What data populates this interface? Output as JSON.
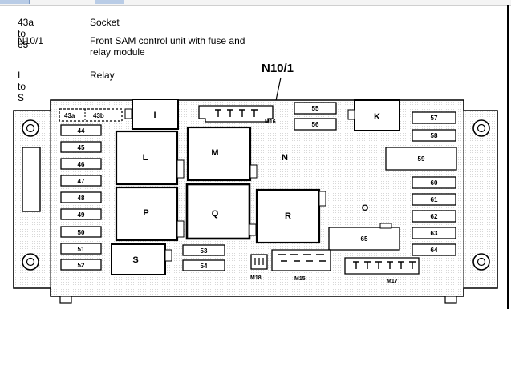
{
  "legend": [
    {
      "key": "43a to 65",
      "desc": "Socket"
    },
    {
      "key": "N10/1",
      "desc": "Front SAM control unit with fuse and relay module"
    },
    {
      "key": "I to S",
      "desc": "Relay"
    }
  ],
  "diagram": {
    "title": "N10/1",
    "fuses_left": [
      "43a",
      "43b",
      "44",
      "45",
      "46",
      "47",
      "48",
      "49",
      "50",
      "51",
      "52"
    ],
    "fuses_middle": [
      "53",
      "54"
    ],
    "fuses_top": [
      "55",
      "56"
    ],
    "fuses_right": [
      "57",
      "58",
      "59",
      "60",
      "61",
      "62",
      "63",
      "64"
    ],
    "fuse_65": "65",
    "relays": [
      "I",
      "K",
      "L",
      "M",
      "P",
      "Q",
      "R",
      "S"
    ],
    "region_labels": [
      "N",
      "O"
    ],
    "connectors": [
      "M16",
      "M18",
      "M15",
      "M17"
    ]
  }
}
